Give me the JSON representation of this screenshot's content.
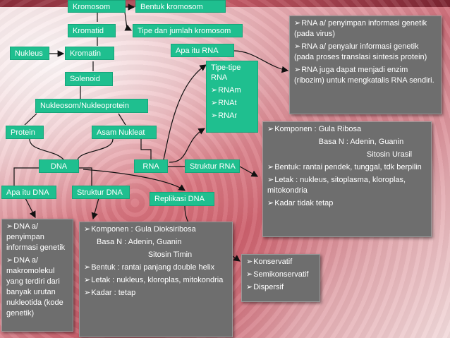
{
  "nodes": {
    "kromosom": "Kromosom",
    "bentuk_kromosom": "Bentuk kromosom",
    "kromatid": "Kromatid",
    "tipe_jumlah": "Tipe dan jumlah kromosom",
    "nukleus": "Nukleus",
    "kromatin": "Kromatin",
    "apa_itu_rna": "Apa itu RNA",
    "solenoid": "Solenoid",
    "nukleosom": "Nukleosom/Nukleoprotein",
    "protein": "Protein",
    "asam_nukleat": "Asam Nukleat",
    "dna": "DNA",
    "rna": "RNA",
    "struktur_rna": "Struktur RNA",
    "apa_itu_dna": "Apa itu DNA",
    "struktur_dna": "Struktur DNA",
    "replikasi_dna": "Replikasi DNA"
  },
  "tipe_rna": {
    "title": "Tipe-tipe RNA",
    "items": [
      "RNAm",
      "RNAt",
      "RNAr"
    ]
  },
  "rna_info": [
    "RNA a/ penyimpan informasi genetik (pada virus)",
    "RNA a/ penyalur informasi genetik (pada proses translasi sintesis protein)",
    "RNA juga dapat menjadi enzim (ribozim) untuk mengkatalis RNA sendiri."
  ],
  "struktur_rna_info": {
    "komponen": "Komponen : Gula Ribosa",
    "basa": "Basa N : Adenin, Guanin",
    "basa2": "Sitosin Urasil",
    "bentuk": "Bentuk: rantai pendek, tunggal, tdk berpilin",
    "letak": "Letak : nukleus, sitoplasma, kloroplas, mitokondria",
    "kadar": "Kadar tidak tetap"
  },
  "dna_info": [
    "DNA a/ penyimpan informasi genetik",
    "DNA a/ makromolekul yang terdiri dari banyak urutan nukleotida (kode genetik)"
  ],
  "struktur_dna_info": {
    "komponen": "Komponen : Gula Dioksiribosa",
    "basa": "Basa N : Adenin, Guanin",
    "basa2": "Sitosin Timin",
    "bentuk": "Bentuk : rantai panjang double helix",
    "letak": "Letak : nukleus, kloroplas, mitokondria",
    "kadar": "Kadar : tetap"
  },
  "replikasi_info": [
    "Konservatif",
    "Semikonservatif",
    "Dispersif"
  ],
  "colors": {
    "node": "#1fbf8f",
    "panel": "#6e6e6e",
    "arrow": "#111111"
  }
}
